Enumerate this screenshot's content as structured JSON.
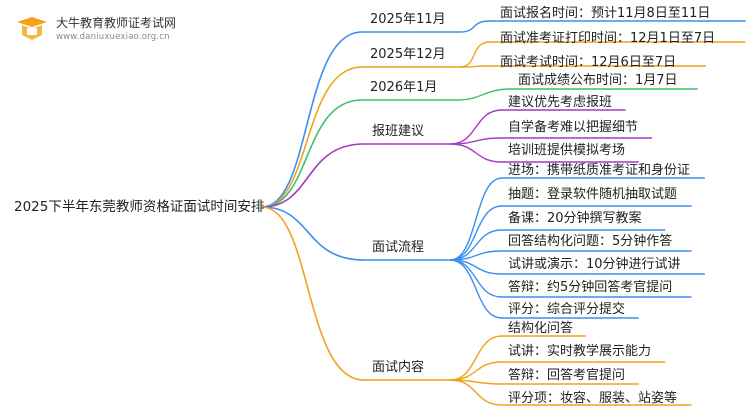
{
  "brand": {
    "name": "大牛教育教师证考试网",
    "url": "www.daniuxuexiao.org.cn"
  },
  "root": "2025下半年东莞教师资格证面试时间安排",
  "colors": {
    "blue": "#3b8ff0",
    "green": "#3bbf72",
    "purple": "#a03cc0",
    "orange": "#f2a21c",
    "logo": "#f2a21c"
  },
  "branches": [
    {
      "label": "2025年11月",
      "color": "blue",
      "items": [
        "面试报名时间：预计11月8日至11日"
      ]
    },
    {
      "label": "2025年12月",
      "color": "orange",
      "items": [
        "面试准考证打印时间：12月1日至7日",
        "面试考试时间：12月6日至7日"
      ]
    },
    {
      "label": "2026年1月",
      "color": "green",
      "items": [
        "面试成绩公布时间：1月7日"
      ]
    },
    {
      "label": "报班建议",
      "color": "purple",
      "items": [
        "建议优先考虑报班",
        "自学备考难以把握细节",
        "培训班提供模拟考场"
      ]
    },
    {
      "label": "面试流程",
      "color": "blue",
      "items": [
        "进场：携带纸质准考证和身份证",
        "抽题：登录软件随机抽取试题",
        "备课：20分钟撰写教案",
        "回答结构化问题：5分钟作答",
        "试讲或演示：10分钟进行试讲",
        "答辩：约5分钟回答考官提问",
        "评分：综合评分提交"
      ]
    },
    {
      "label": "面试内容",
      "color": "orange",
      "items": [
        "结构化问答",
        "试讲：实时教学展示能力",
        "答辩：回答考官提问",
        "评分项：妆容、服装、站姿等"
      ]
    }
  ]
}
